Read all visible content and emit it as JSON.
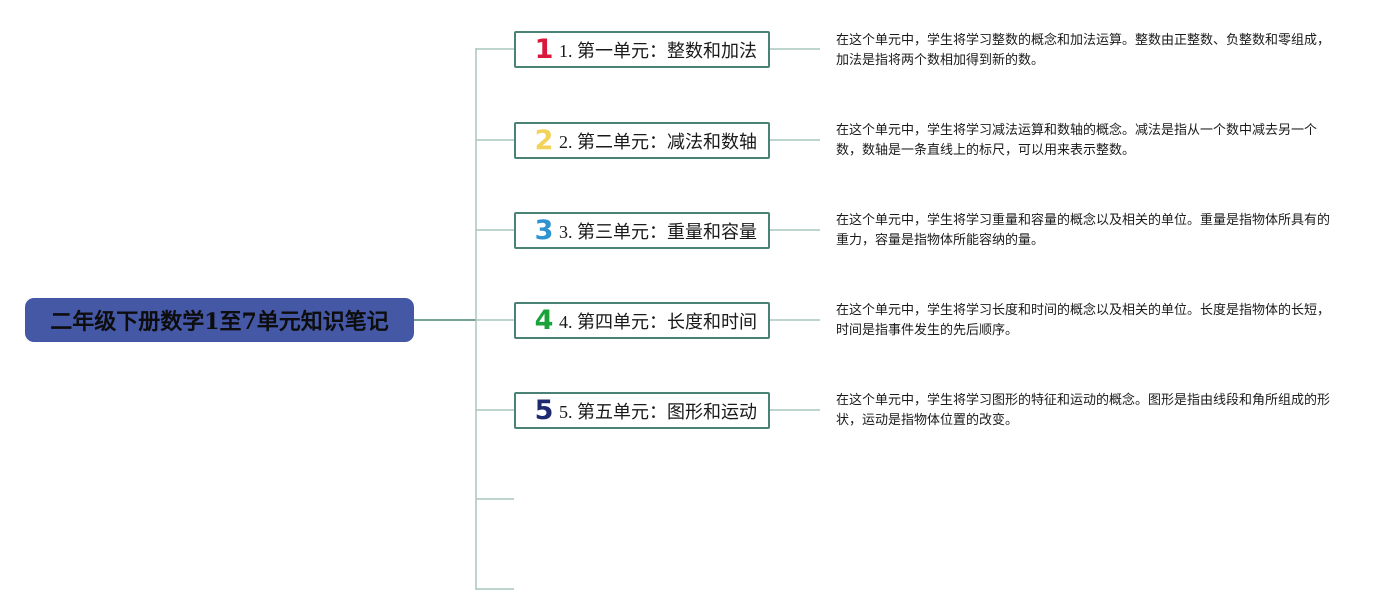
{
  "root": {
    "title": "二年级下册数学1至7单元知识笔记"
  },
  "units": [
    {
      "icon": "1",
      "icon_color": "#d9193b",
      "label": "1. 第一单元：整数和加法",
      "description": "在这个单元中，学生将学习整数的概念和加法运算。整数由正整数、负整数和零组成，加法是指将两个数相加得到新的数。"
    },
    {
      "icon": "2",
      "icon_color": "#f2d25a",
      "label": "2. 第二单元：减法和数轴",
      "description": "在这个单元中，学生将学习减法运算和数轴的概念。减法是指从一个数中减去另一个数，数轴是一条直线上的标尺，可以用来表示整数。"
    },
    {
      "icon": "3",
      "icon_color": "#2e93d1",
      "label": "3. 第三单元：重量和容量",
      "description": "在这个单元中，学生将学习重量和容量的概念以及相关的单位。重量是指物体所具有的重力，容量是指物体所能容纳的量。"
    },
    {
      "icon": "4",
      "icon_color": "#19a33a",
      "label": "4. 第四单元：长度和时间",
      "description": "在这个单元中，学生将学习长度和时间的概念以及相关的单位。长度是指物体的长短，时间是指事件发生的先后顺序。"
    },
    {
      "icon": "5",
      "icon_color": "#1d2a70",
      "label": "5. 第五单元：图形和运动",
      "description": "在这个单元中，学生将学习图形的特征和运动的概念。图形是指由线段和角所组成的形状，运动是指物体位置的改变。"
    }
  ],
  "colors": {
    "root_fill": "#4558a6",
    "node_border": "#4a8375",
    "connector": "#4a8375",
    "connector_light": "#a9c7bd"
  }
}
